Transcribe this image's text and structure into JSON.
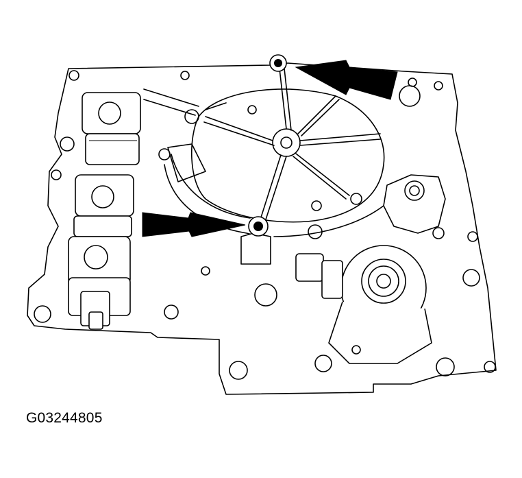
{
  "figure_id": "G03244805",
  "colors": {
    "line": "#000000",
    "background": "#ffffff"
  },
  "annotations": [
    {
      "name": "top-bolt-arrow",
      "icon": "arrow-left-icon"
    },
    {
      "name": "center-bolt-arrow",
      "icon": "arrow-right-icon"
    }
  ]
}
